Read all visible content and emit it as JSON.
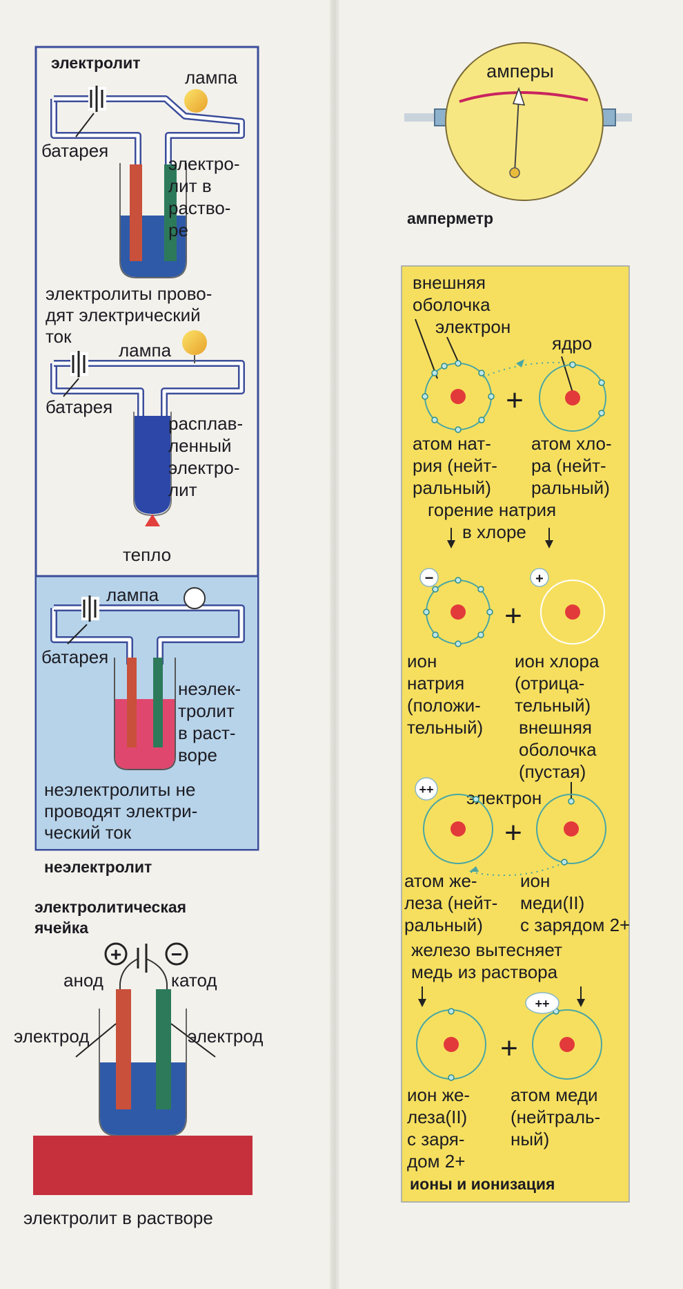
{
  "electrolyte_panel": {
    "title": "электролит",
    "lamp_1": "лампа",
    "battery_1": "батарея",
    "solution_label": [
      "электро-",
      "лит в",
      "раство-",
      "ре"
    ],
    "conduct_text": [
      "электролиты прово-",
      "дят электрический",
      "ток"
    ],
    "lamp_2": "лампа",
    "battery_2": "батарея",
    "molten_label": [
      "расплав-",
      "ленный",
      "электро-",
      "лит"
    ],
    "heat": "тепло"
  },
  "nonelectrolyte_panel": {
    "lamp": "лампа",
    "battery": "батарея",
    "solution_label": [
      "неэлек-",
      "тролит",
      "в раст-",
      "воре"
    ],
    "no_conduct_text": [
      "неэлектролиты не",
      "проводят электри-",
      "ческий ток"
    ],
    "title": "неэлектролит"
  },
  "cell": {
    "title": [
      "электролитическая",
      "ячейка"
    ],
    "anode": "анод",
    "cathode": "катод",
    "electrode_left": "электрод",
    "electrode_right": "электрод",
    "caption": "электролит в растворе",
    "plus_sign": "+",
    "minus_sign": "−"
  },
  "ammeter": {
    "scale_label": "амперы",
    "title": "амперметр"
  },
  "ions": {
    "outer_shell": [
      "внешняя",
      "оболочка"
    ],
    "electron": "электрон",
    "nucleus": "ядро",
    "sodium_atom": [
      "атом нат-",
      "рия (нейт-",
      "ральный)"
    ],
    "chlorine_atom": [
      "атом хло-",
      "ра (нейт-",
      "ральный)"
    ],
    "burning": [
      "горение натрия",
      "в хлоре"
    ],
    "sodium_ion": [
      "ион",
      "натрия",
      "(положи-",
      "тельный)"
    ],
    "chlorine_ion": [
      "ион хлора",
      "(отрица-",
      "тельный)"
    ],
    "outer_shell_empty": [
      "внешняя",
      "оболочка",
      "(пустая)"
    ],
    "electron_2": "электрон",
    "iron_atom": [
      "атом же-",
      "леза (нейт-",
      "ральный)"
    ],
    "copper_ion": [
      "ион",
      "меди(II)",
      "с зарядом 2+"
    ],
    "displacement": [
      "железо вытесняет",
      "медь из раствора"
    ],
    "iron_ion": [
      "ион же-",
      "леза(II)",
      "с заря-",
      "дом 2+"
    ],
    "copper_atom": [
      "атом меди",
      "(нейтраль-",
      "ный)"
    ],
    "title": "ионы и ионизация",
    "plus": "+",
    "minus": "−",
    "double_plus": "++"
  },
  "colors": {
    "frame_blue": "#3b4d9a",
    "liquid_blue": "#2f5aa8",
    "rod_red": "#c9503a",
    "rod_green": "#2d7a5a",
    "lamp_yellow": "#f2c43a",
    "panel_yellow": "#f6df5f",
    "nucleus_red": "#e23a3a",
    "pink_liquid": "#e0476e",
    "light_blue_bg": "#b7d3ea",
    "base_red": "#c5303c"
  }
}
